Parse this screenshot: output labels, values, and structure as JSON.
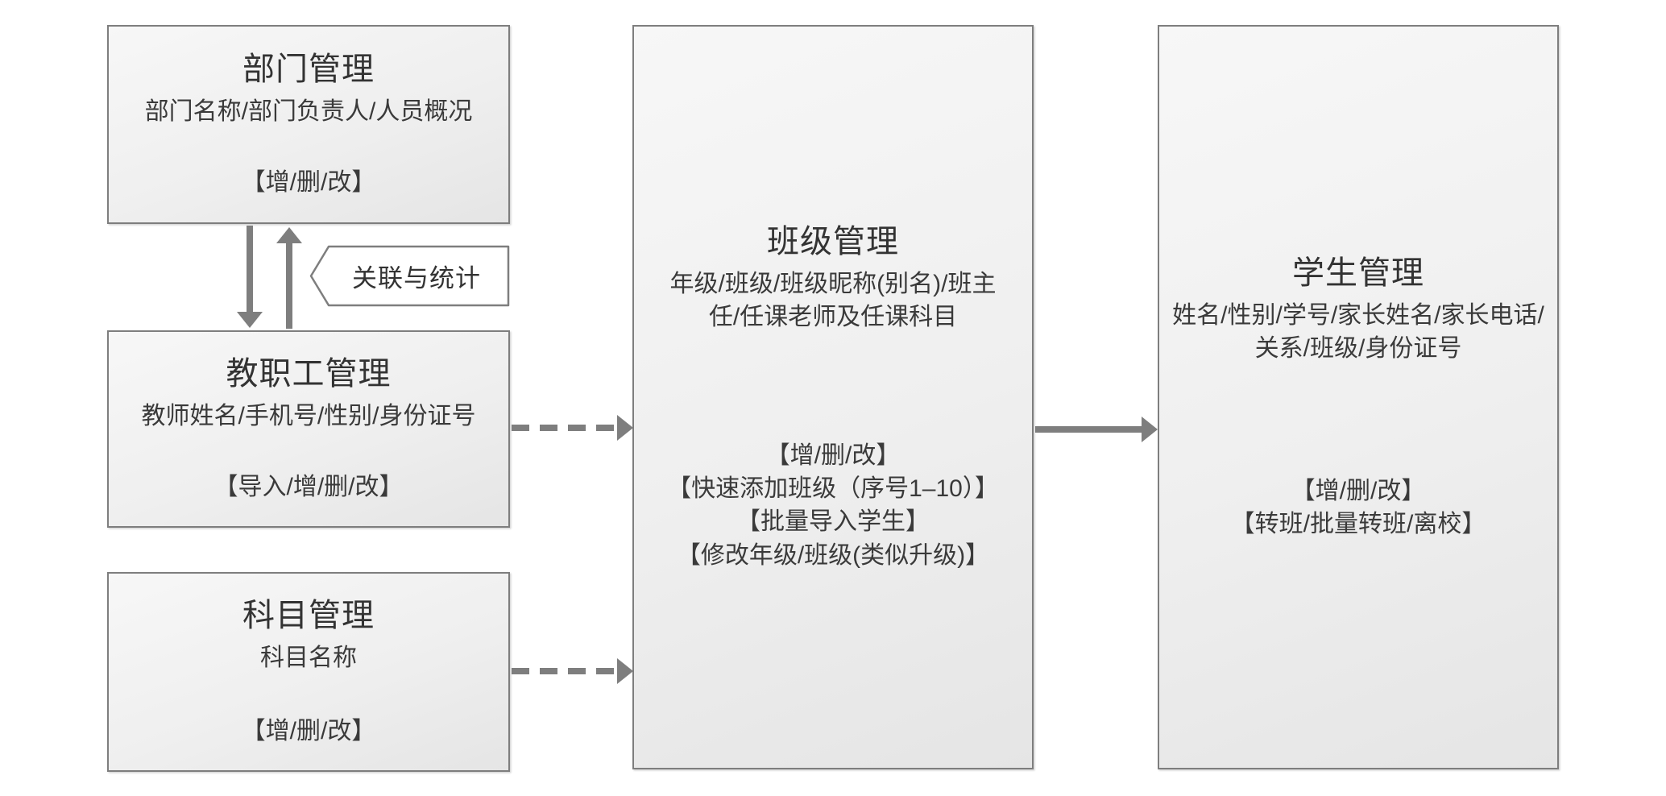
{
  "diagram": {
    "title_hint": "school-management-modules-flow",
    "nodes": {
      "department": {
        "title": "部门管理",
        "fields": "部门名称/部门负责人/人员概况",
        "ops": [
          "【增/删/改】"
        ]
      },
      "staff": {
        "title": "教职工管理",
        "fields": "教师姓名/手机号/性别/身份证号",
        "ops": [
          "【导入/增/删/改】"
        ]
      },
      "subject": {
        "title": "科目管理",
        "fields": "科目名称",
        "ops": [
          "【增/删/改】"
        ]
      },
      "class": {
        "title": "班级管理",
        "fields": "年级/班级/班级昵称(别名)/班主任/任课老师及任课科目",
        "ops": [
          "【增/删/改】",
          "【快速添加班级（序号1–10）】",
          "【批量导入学生】",
          "【修改年级/班级(类似升级)】"
        ]
      },
      "student": {
        "title": "学生管理",
        "fields": "姓名/性别/学号/家长姓名/家长电话/关系/班级/身份证号",
        "ops": [
          "【增/删/改】",
          "【转班/批量转班/离校】"
        ]
      }
    },
    "callout": {
      "label": "关联与统计"
    },
    "connectors": [
      {
        "from": "department",
        "to": "staff",
        "style": "solid",
        "direction": "down"
      },
      {
        "from": "staff",
        "to": "department",
        "style": "solid",
        "direction": "up"
      },
      {
        "from": "staff",
        "to": "class",
        "style": "dashed",
        "direction": "right"
      },
      {
        "from": "subject",
        "to": "class",
        "style": "dashed",
        "direction": "right"
      },
      {
        "from": "class",
        "to": "student",
        "style": "solid",
        "direction": "right"
      }
    ],
    "colors": {
      "box_border": "#7e7e7e",
      "arrow": "#7e7e7e",
      "text": "#3a3a3a",
      "box_fill_top": "#f7f7f7",
      "box_fill_bottom": "#e5e5e5",
      "background": "#ffffff"
    }
  }
}
